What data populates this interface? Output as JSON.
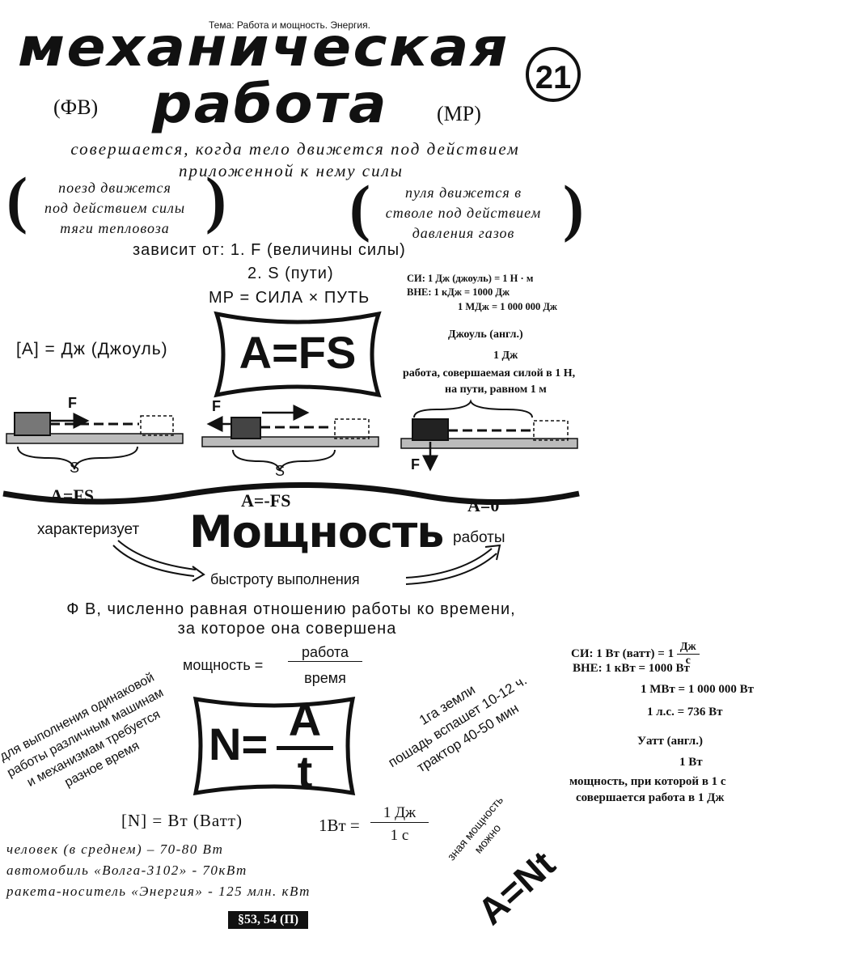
{
  "header": {
    "topic": "Тема: Работа и мощность. Энергия.",
    "title_line1": "механическая",
    "title_line2": "работа",
    "badge": "21",
    "fv": "(ФВ)",
    "mr": "(МР)"
  },
  "definition": {
    "line1": "совершается, когда тело движется под действием",
    "line2": "приложенной к нему силы"
  },
  "examples": {
    "left": [
      "поезд движется",
      "под действием силы",
      "тяги тепловоза"
    ],
    "right": [
      "пуля движется в",
      "стволе под действием",
      "давления газов"
    ]
  },
  "depends": {
    "line1": "зависит от: 1. F (величины силы)",
    "line2": "2. S (пути)",
    "formula_words": "МР = СИЛА × ПУТЬ"
  },
  "units_work": {
    "label": "[A] = Дж (Джоуль)",
    "main_formula": "A=FS",
    "si": "СИ: 1 Дж (джоуль) = 1 Н · м",
    "vne1": "ВНЕ: 1 кДж = 1000 Дж",
    "vne2": "1 МДж = 1 000 000 Дж",
    "joule_title": "Джоуль (англ.)",
    "joule_unit": "1 Дж",
    "joule_def1": "работа, совершаемая силой в 1 Н,",
    "joule_def2": "на пути, равном 1 м"
  },
  "diagrams": {
    "vec_f": "F",
    "s_label": "S",
    "case1": "A=FS",
    "case2": "A=-FS",
    "case3": "A=0"
  },
  "power": {
    "title": "Мощность",
    "characterizes": "характеризует",
    "speed": "быстроту выполнения",
    "of_work": "работы",
    "def1": "Ф В, численно равная отношению работы ко времени,",
    "def2": "за которое она совершена",
    "word_left": "мощность =",
    "word_num": "работа",
    "word_den": "время",
    "formula_lhs": "N=",
    "formula_num": "A",
    "formula_den": "t",
    "rotated_left": [
      "для выполнения одинаковой",
      "работы различным машинам",
      "и механизмам требуется",
      "разное время"
    ],
    "rotated_right": [
      "1га земли",
      "пошадь вспашет 10-12 ч.",
      "трактор 40-50 мин"
    ],
    "unit_label": "[N] = Вт (Ватт)",
    "watt_lhs": "1Вт =",
    "watt_num": "1 Дж",
    "watt_den": "1 с",
    "examples": [
      "человек (в среднем) – 70-80 Вт",
      "автомобиль «Волга-3102» - 70кВт",
      "ракета-носитель «Энергия» - 125 млн. кВт"
    ],
    "paragraphs": "§53, 54 (П)",
    "know_power": [
      "зная мощность",
      "можно"
    ],
    "a_nt": "A=Nt"
  },
  "units_power": {
    "si_prefix": "СИ: 1 Вт (ватт) = 1",
    "si_num": "Дж",
    "si_den": "с",
    "vne1": "ВНЕ: 1 кВт = 1000 Вт",
    "vne2": "1 МВт = 1 000 000 Вт",
    "hp": "1 л.с. = 736 Вт",
    "watt_title": "Уатт (англ.)",
    "watt_unit": "1 Вт",
    "watt_def1": "мощность, при которой в 1 с",
    "watt_def2": "совершается работа в 1 Дж"
  }
}
